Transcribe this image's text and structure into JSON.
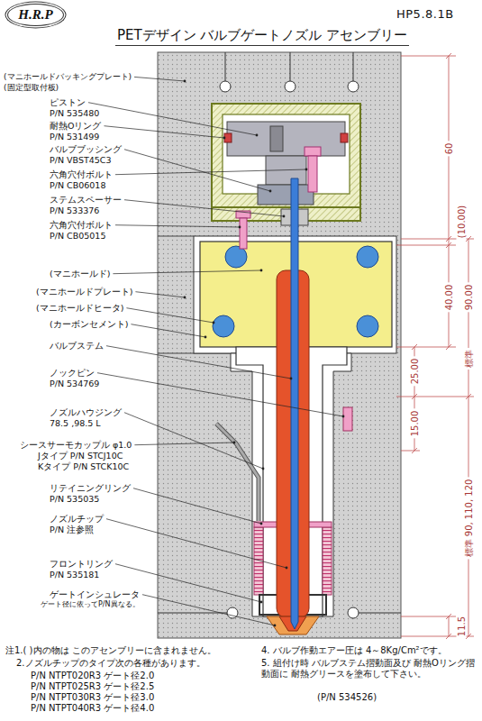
{
  "diagram": {
    "title": "PETデザイン バルブゲートノズル アセンブリー",
    "nodes": [
      {
        "text": [
          "H.R.P"
        ]
      }
    ],
    "labels": [
      "HP5.8.1B",
      "(マニホールドバッキングプレート)",
      "(固定型取付板)",
      "ピストン",
      "P/N 535480",
      "耐熱Oリング",
      "P/N 531499",
      "バルブブッシング",
      "P/N VBST45C3",
      "六角穴付ボルト",
      "P/N CB06018",
      "ステムスペーサー",
      "P/N 533376",
      "六角穴付ボルト",
      "P/N CB05015",
      "(マニホールド)",
      "(マニホールドプレート)",
      "(マニホールドヒータ)",
      "(カーボンセメント)",
      "バルブステム",
      "ノックピン",
      "P/N 534769",
      "ノズルハウジング",
      "78.5 ,98.5 L",
      "シースサーモカップル φ1.0",
      "Jタイプ P/N STCJ10C",
      "Kタイプ P/N STCK10C",
      "リテイニングリング",
      "P/N 535035",
      "ノズルチップ",
      "P/N 注参照",
      "フロントリング",
      "P/N 535181",
      "ゲートインシュレータ",
      "ゲート径に依ってP/N異なる。",
      "60",
      "(10.00)",
      "40.00",
      "90.00",
      "標準",
      "25.00",
      "15.00",
      "標準 90, 110, 120",
      "11.5",
      "注1.( )内の物は このアセンブリーに含まれません。",
      "2.ノズルチップのタイプ次の各種があります。",
      "P/N NTPT020R3 ゲート径2.0",
      "P/N NTPT025R3 ゲート径2.5",
      "P/N NTPT030R3 ゲート径3.0",
      "P/N NTPT040R3 ゲート径4.0",
      "4. バルブ作動エアー圧は 4～8Kg/Cm²です。",
      "5. 組付け時 バルブステム摺動面及び 耐熱Oリング摺動面に 耐熱グリースを塗布して下さい。",
      "(P/N 534526)"
    ]
  }
}
